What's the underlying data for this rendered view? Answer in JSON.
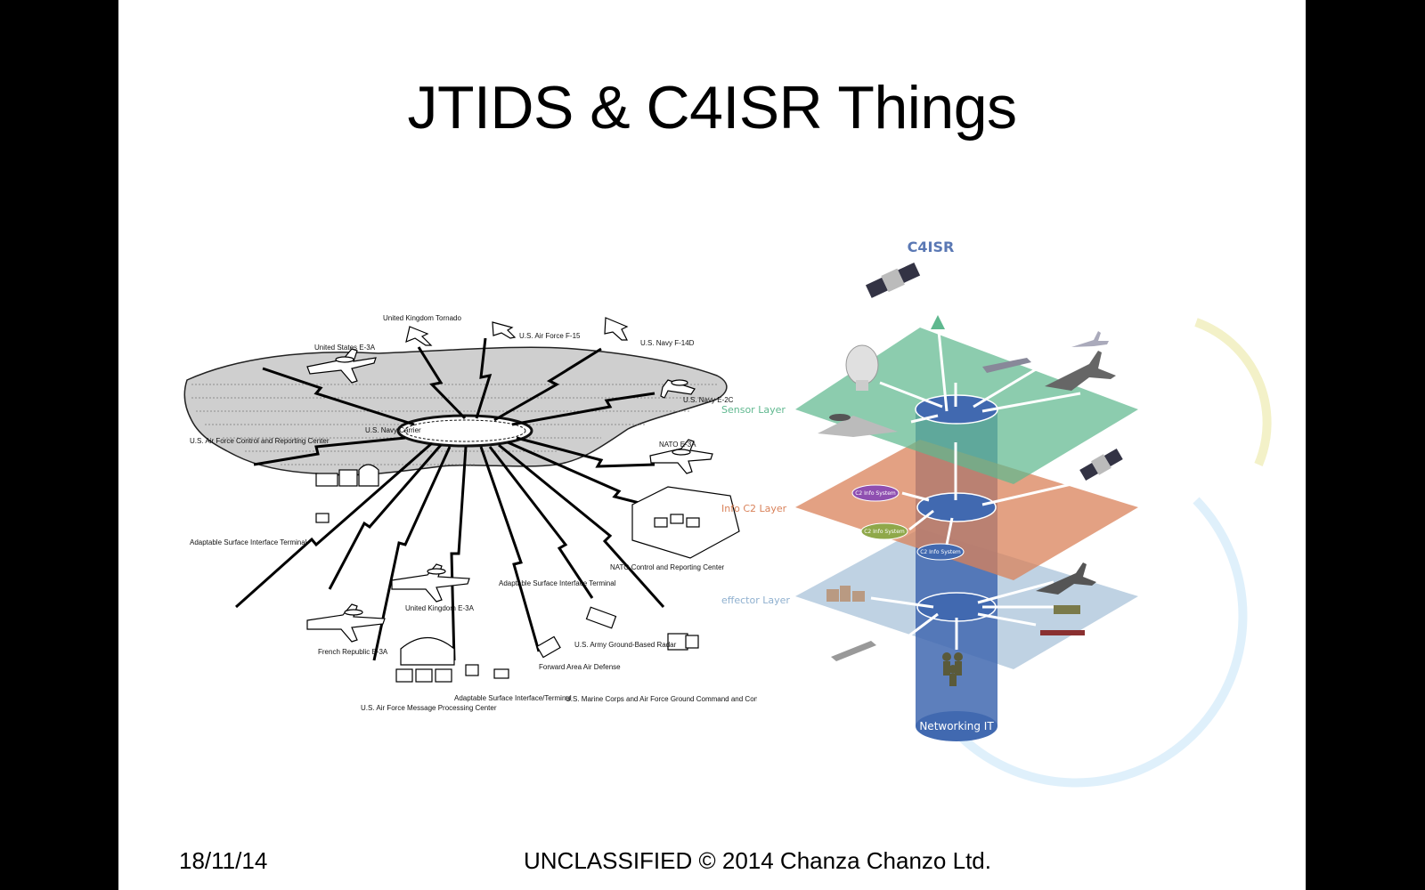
{
  "slide": {
    "title": "JTIDS & C4ISR Things",
    "footer_date": "18/11/14",
    "footer_classification": "UNCLASSIFIED © 2014 Chanza Chanzo Ltd."
  },
  "jtids_diagram": {
    "labels": {
      "uk_tornado": "United Kingdom Tornado",
      "us_e3a": "United States E-3A",
      "usaf_f15": "U.S. Air Force F-15",
      "usn_f14d": "U.S. Navy F-14D",
      "usn_e2c": "U.S. Navy E-2C",
      "usn_carrier": "U.S. Navy Carrier",
      "usaf_crc": "U.S. Air Force Control and Reporting Center",
      "nato_e3a": "NATO E-3A",
      "asit_left": "Adaptable Surface Interface Terminal",
      "nato_crc": "NATO Control and Reporting Center",
      "uk_e3a": "United Kingdom E-3A",
      "asit_mid": "Adaptable Surface Interface Terminal",
      "french_e3a": "French Republic E-3A",
      "us_army_radar": "U.S. Army Ground-Based Radar",
      "fwd_air_def": "Forward Area Air Defense",
      "asit_bottom": "Adaptable Surface Interface/Terminal",
      "usaf_mpc": "U.S. Air Force Message Processing Center",
      "usmc_gcc": "U.S. Marine Corps and Air Force Ground Command and Control Centers"
    }
  },
  "c4isr_diagram": {
    "title": "C4ISR",
    "layers": {
      "sensor": "Sensor Layer",
      "info_c2": "Info C2 Layer",
      "effector": "effector Layer"
    },
    "c2_nodes": [
      "C2 Info System",
      "C2 Info System",
      "C2 Info System"
    ],
    "networking": "Networking IT",
    "colors": {
      "sensor_layer": "#5fb88f",
      "info_layer": "#d9825a",
      "effector_layer": "#a9c3d9",
      "column": "#4169b0",
      "title": "#5a78b4"
    }
  }
}
